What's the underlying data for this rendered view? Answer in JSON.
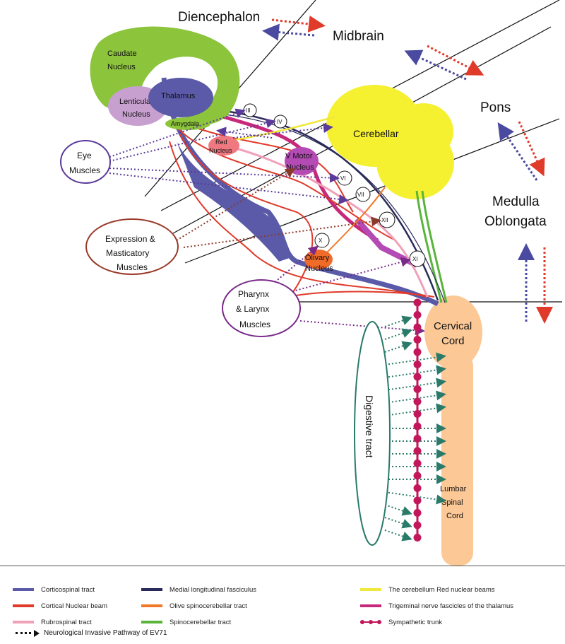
{
  "regions": {
    "diencephalon": "Diencephalon",
    "midbrain": "Midbrain",
    "pons": "Pons",
    "medulla_line1": "Medulla",
    "medulla_line2": "Oblongata"
  },
  "structures": {
    "caudate_line1": "Caudate",
    "caudate_line2": "Nucleus",
    "thalamus": "Thalamus",
    "lenticular_line1": "Lenticular",
    "lenticular_line2": "Nucleus",
    "amygdala": "Amygdala",
    "red_line1": "Red",
    "red_line2": "Nucleus",
    "vmotor_line1": "V Motor",
    "vmotor_line2": "Nucleus",
    "cerebellar": "Cerebellar",
    "olivary_line1": "Olivary",
    "olivary_line2": "Nucleus",
    "cervical_line1": "Cervical",
    "cervical_line2": "Cord",
    "lumbar_line1": "Lumbar",
    "lumbar_line2": "Spinal",
    "lumbar_line3": "Cord"
  },
  "targets": {
    "eye_line1": "Eye",
    "eye_line2": "Muscles",
    "expr_line1": "Expression &",
    "expr_line2": "Masticatory",
    "expr_line3": "Muscles",
    "phar_line1": "Pharynx",
    "phar_line2": "& Larynx",
    "phar_line3": "Muscles",
    "digestive": "Digestive tract"
  },
  "cranial_nerves": [
    "III",
    "IV",
    "VI",
    "VII",
    "X",
    "XII",
    "XI"
  ],
  "legend": {
    "corticospinal": "Corticospinal tract",
    "cortical_nuclear": "Cortical Nuclear beam",
    "rubrospinal": "Rubrospinal tract",
    "mlf": "Medial longitudinal fasciculus",
    "olive_spino": "Olive spinocerebellar tract",
    "spinocerebellar": "Spinocerebellar tract",
    "cerebellum_red": "The cerebellum Red nuclear beams",
    "trigeminal": "Trigeminal nerve fascicles of the thalamus",
    "sympathetic": "Sympathetic trunk",
    "pathway": "Neurological Invasive Pathway of EV71"
  },
  "colors": {
    "corticospinal": "#5a5aa8",
    "cortical_nuclear": "#e03a2a",
    "rubrospinal": "#f0a0b8",
    "mlf": "#2a2a5a",
    "olive_spino": "#f07828",
    "spinocerebellar": "#5ab43c",
    "cerebellum_red": "#f0e83c",
    "trigeminal": "#c8287a",
    "sympathetic": "#c2185b",
    "caudate": "#8cc43c",
    "lenticular": "#c8a0d0",
    "cerebellar": "#f5f030",
    "red_nucleus": "#f07880",
    "vmotor": "#b44ab4",
    "olivary": "#f06a28",
    "spinal_cord": "#fbc896",
    "eye_border": "#5a3a9a",
    "expr_border": "#9a3a2a",
    "phar_border": "#7a2a8a",
    "digestive_border": "#2a7a6a"
  }
}
